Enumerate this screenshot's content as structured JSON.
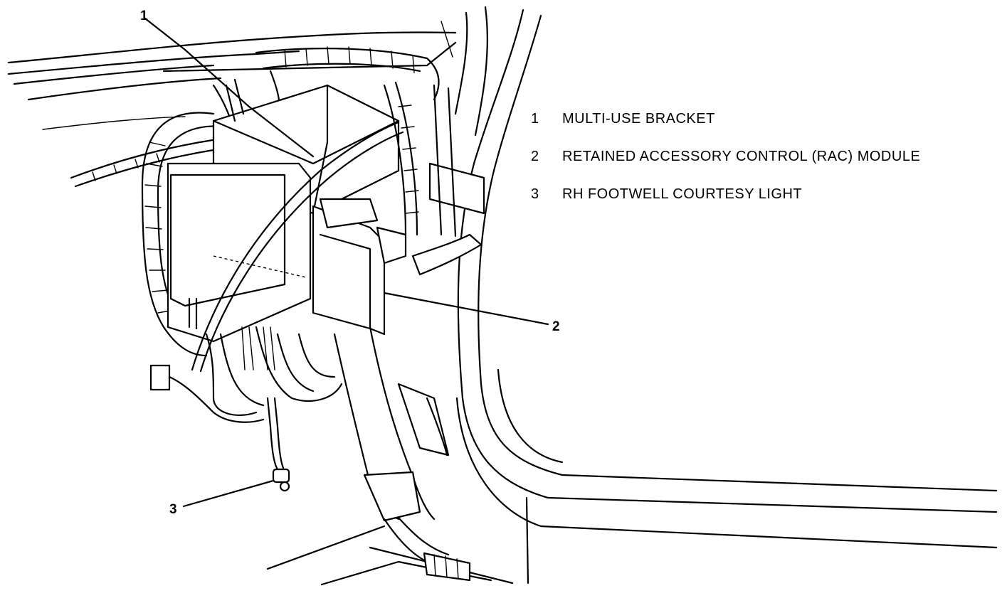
{
  "callouts": [
    {
      "number": "1"
    },
    {
      "number": "2"
    },
    {
      "number": "3"
    }
  ],
  "legend": [
    {
      "number": "1",
      "label": "MULTI-USE BRACKET"
    },
    {
      "number": "2",
      "label": "RETAINED ACCESSORY CONTROL (RAC) MODULE"
    },
    {
      "number": "3",
      "label": "RH FOOTWELL COURTESY LIGHT"
    }
  ]
}
